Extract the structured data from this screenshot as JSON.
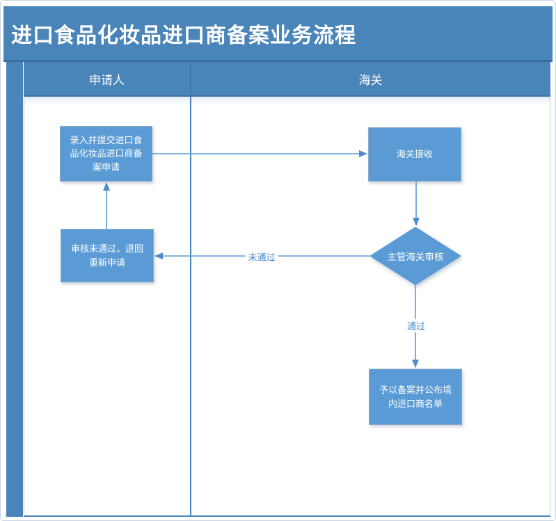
{
  "title": "进口食品化妆品进口商备案业务流程",
  "lanes": [
    {
      "id": "applicant",
      "label": "申请人"
    },
    {
      "id": "customs",
      "label": "海关"
    }
  ],
  "flow": {
    "nodes": [
      {
        "id": "submit",
        "lane": "applicant",
        "type": "process",
        "label": "录入并提交进口食品化妆品进口商备案申请"
      },
      {
        "id": "receive",
        "lane": "customs",
        "type": "process",
        "label": "海关接收"
      },
      {
        "id": "review",
        "lane": "customs",
        "type": "decision",
        "label": "主管海关审核"
      },
      {
        "id": "reject",
        "lane": "applicant",
        "type": "process",
        "label": "审核未通过，退回重新申请"
      },
      {
        "id": "record",
        "lane": "customs",
        "type": "process",
        "label": "予以备案并公布境内进口商名单"
      }
    ],
    "edges": [
      {
        "from": "submit",
        "to": "receive",
        "label": ""
      },
      {
        "from": "receive",
        "to": "review",
        "label": ""
      },
      {
        "from": "review",
        "to": "reject",
        "label": "未通过"
      },
      {
        "from": "reject",
        "to": "submit",
        "label": ""
      },
      {
        "from": "review",
        "to": "record",
        "label": "通过"
      }
    ]
  },
  "colors": {
    "band_blue": "#4a85ba",
    "band_border": "#3c6e9f",
    "shape_fill": "#5b9bd5",
    "connector": "#5b9bd5",
    "edge_label_text": "#4587c8"
  }
}
